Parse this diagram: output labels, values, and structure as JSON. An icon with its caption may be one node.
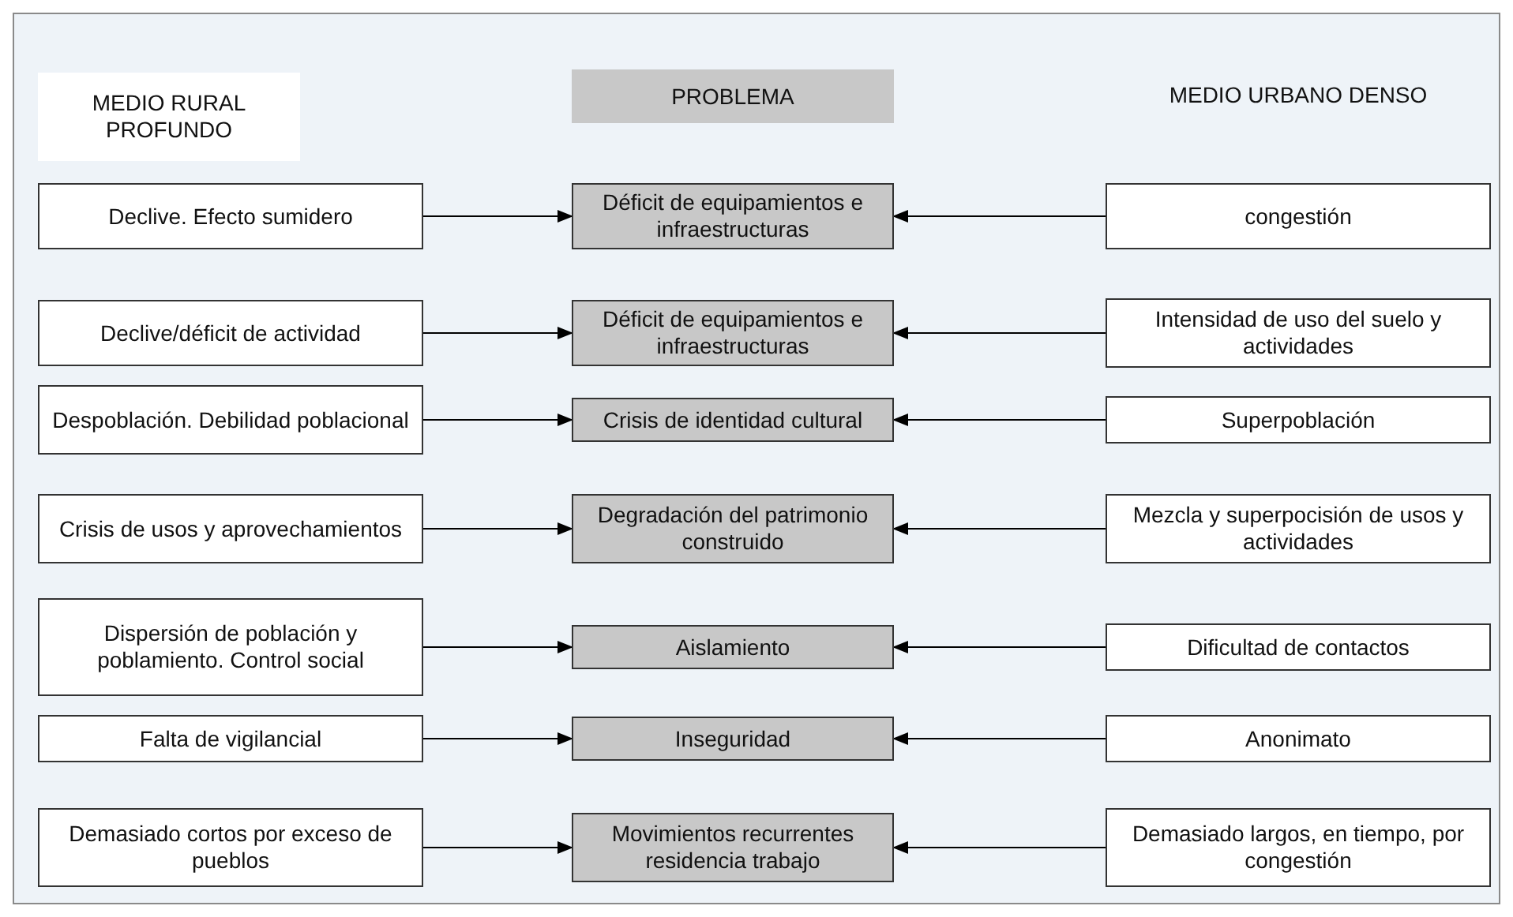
{
  "diagram": {
    "nodes": [
      {
        "text": [
          "MEDIO RURAL PROFUNDO"
        ]
      },
      {
        "text": [
          "PROBLEMA"
        ]
      },
      {
        "text": [
          "MEDIO URBANO DENSO"
        ]
      },
      {
        "text": [
          "Declive. Efecto sumidero"
        ]
      },
      {
        "text": [
          "Déficit de equipamientos e infraestructuras"
        ]
      },
      {
        "text": [
          "congestión"
        ]
      },
      {
        "text": [
          "Declive/déficit de actividad"
        ]
      },
      {
        "text": [
          "Déficit de equipamientos e infraestructuras"
        ]
      },
      {
        "text": [
          "Intensidad de uso del suelo y actividades"
        ]
      },
      {
        "text": [
          "Despoblación. Debilidad poblacional"
        ]
      },
      {
        "text": [
          "Crisis de identidad cultural"
        ]
      },
      {
        "text": [
          "Superpoblación"
        ]
      },
      {
        "text": [
          "Crisis de usos y aprovechamientos"
        ]
      },
      {
        "text": [
          "Degradación del patrimonio construido"
        ]
      },
      {
        "text": [
          "Mezcla y superpocisión de usos y actividades"
        ]
      },
      {
        "text": [
          "Dispersión de población y poblamiento. Control social"
        ]
      },
      {
        "text": [
          "Aislamiento"
        ]
      },
      {
        "text": [
          "Dificultad de contactos"
        ]
      },
      {
        "text": [
          "Falta de vigilancial"
        ]
      },
      {
        "text": [
          "Inseguridad"
        ]
      },
      {
        "text": [
          "Anonimato"
        ]
      },
      {
        "text": [
          "Demasiado cortos por exceso de pueblos"
        ]
      },
      {
        "text": [
          "Movimientos recurrentes residencia trabajo"
        ]
      },
      {
        "text": [
          "Demasiado largos, en tiempo, por congestión"
        ]
      }
    ],
    "edges": [
      {
        "from": 3,
        "to": 4,
        "arrow": "to"
      },
      {
        "from": 5,
        "to": 4,
        "arrow": "to"
      },
      {
        "from": 6,
        "to": 7,
        "arrow": "to"
      },
      {
        "from": 8,
        "to": 7,
        "arrow": "to"
      },
      {
        "from": 9,
        "to": 10,
        "arrow": "to"
      },
      {
        "from": 11,
        "to": 10,
        "arrow": "to"
      },
      {
        "from": 12,
        "to": 13,
        "arrow": "to"
      },
      {
        "from": 14,
        "to": 13,
        "arrow": "to"
      },
      {
        "from": 15,
        "to": 16,
        "arrow": "to"
      },
      {
        "from": 17,
        "to": 16,
        "arrow": "to"
      },
      {
        "from": 18,
        "to": 19,
        "arrow": "to"
      },
      {
        "from": 20,
        "to": 19,
        "arrow": "to"
      },
      {
        "from": 21,
        "to": 22,
        "arrow": "to"
      },
      {
        "from": 23,
        "to": 22,
        "arrow": "to"
      }
    ]
  }
}
